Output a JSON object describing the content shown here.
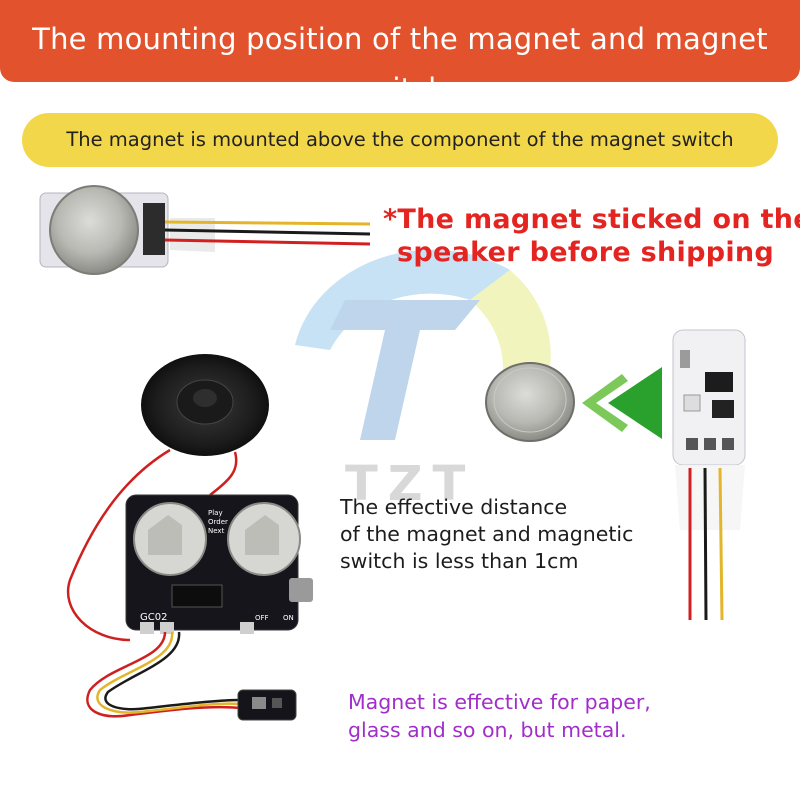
{
  "header": {
    "title": "The mounting position of the magnet and magnet switch"
  },
  "subtitle": {
    "text": "The magnet is mounted above the component of the magnet switch"
  },
  "note_red": {
    "line1": "*The magnet sticked on the",
    "line2": "speaker before shipping"
  },
  "distance_note": {
    "line1": "The effective distance",
    "line2": "of the magnet and magnetic",
    "line3": "switch is less than 1cm"
  },
  "material_note": {
    "line1": "Magnet is effective for paper,",
    "line2": "glass and so on, but metal."
  },
  "board": {
    "model_label": "GC02",
    "label_play": "Play",
    "label_order": "Order",
    "label_next": "Next",
    "label_off": "OFF",
    "label_on": "ON"
  },
  "watermark": {
    "text": "TZT"
  },
  "colors": {
    "header_bg": "#e2522c",
    "subtitle_bg": "#f2d74b",
    "note_red": "#e32420",
    "material_purple": "#a12ec9",
    "arrow_green": "#2aa12c"
  },
  "icons": {
    "arrow": "double-chevron-left-icon",
    "magnet": "magnet-disc-icon",
    "speaker": "speaker-icon"
  }
}
